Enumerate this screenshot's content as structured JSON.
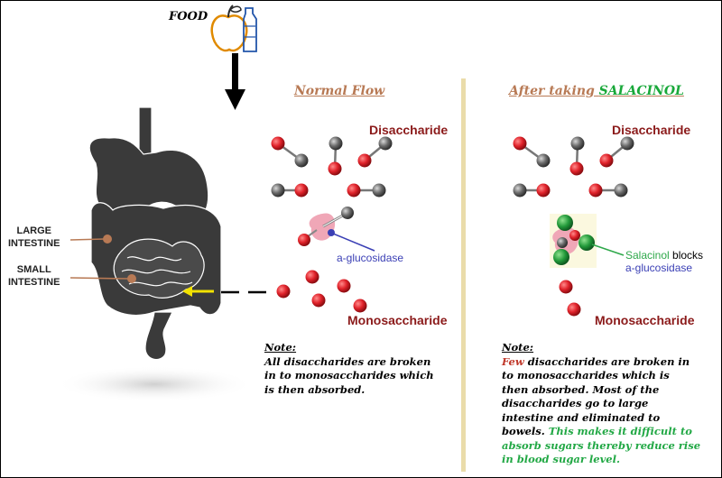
{
  "food_label": "FOOD",
  "large_intestine_label": "LARGE\nINTESTINE",
  "small_intestine_label": "SMALL\nINTESTINE",
  "normal": {
    "title": "Normal Flow",
    "disaccharide": "Disaccharide",
    "enzyme": "a-glucosidase",
    "monosaccharide": "Monosaccharide",
    "note_title": "Note:",
    "note_text": "All disaccharides are broken\nin to monosaccharides which\n is then absorbed."
  },
  "after": {
    "title_prefix": "After taking ",
    "title_drug": "SALACINOL",
    "disaccharide": "Disaccharide",
    "salacinol_word": "Salacinol",
    "blocks_word": " blocks",
    "enzyme": "a-glucosidase",
    "monosaccharide": "Monosaccharide",
    "note_title": "Note:",
    "note_few": "Few",
    "note_text": " disaccharides are broken in\nto monosaccharides which is\nthen absorbed. Most of the\ndisaccharides go to large\nintestine and eliminated to\nbowels. ",
    "note_green": "This makes it difficult to\nabsorb sugars thereby reduce rise\nin blood sugar level."
  },
  "colors": {
    "molecule_red": "#e0222a",
    "molecule_grey": "#555555",
    "enzyme_pink": "#f0a7b7",
    "salacinol_green": "#1f8f3a",
    "divider": "#eadcaa",
    "arrow_yellow": "#f2e200",
    "organ_dark": "#3a3a3a",
    "pointer_brown": "#b87a55"
  }
}
